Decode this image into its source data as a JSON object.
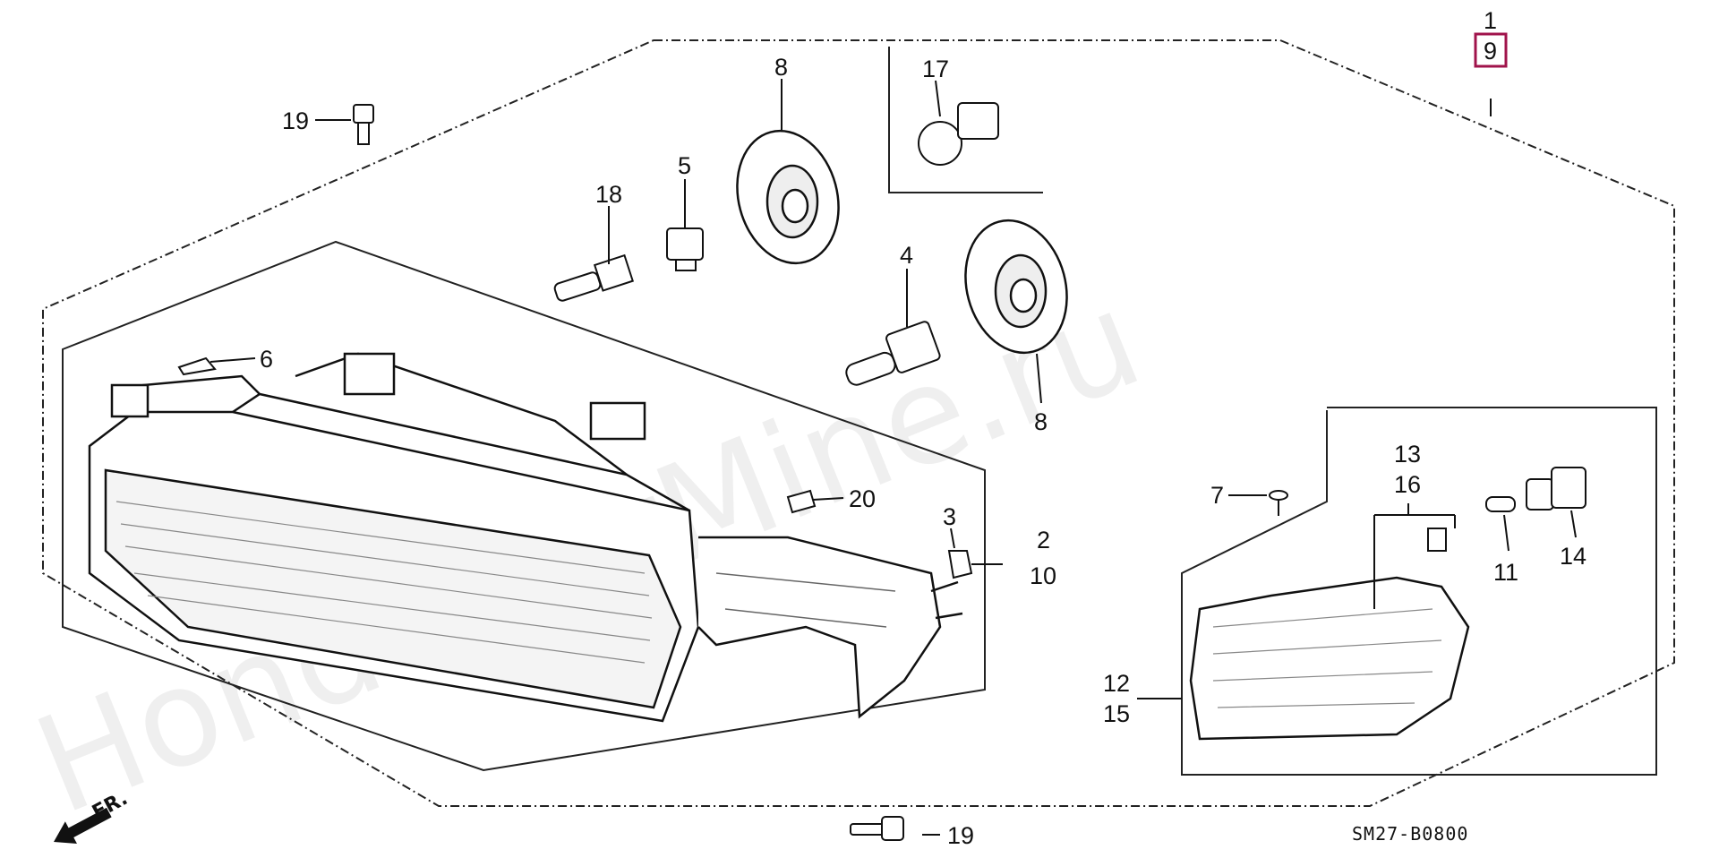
{
  "diagram": {
    "watermark": "HondaCarMine.ru",
    "drawing_code": "SM27-B0800",
    "front_label": "FR.",
    "highlight_color": "#a0134b",
    "callouts": {
      "c1": "1",
      "c9": "9",
      "c19a": "19",
      "c19b": "19",
      "c8a": "8",
      "c8b": "8",
      "c17": "17",
      "c5": "5",
      "c18": "18",
      "c4": "4",
      "c6": "6",
      "c20": "20",
      "c3": "3",
      "c2": "2",
      "c10": "10",
      "c7": "7",
      "c13": "13",
      "c16": "16",
      "c14": "14",
      "c11": "11",
      "c12": "12",
      "c15": "15"
    }
  }
}
